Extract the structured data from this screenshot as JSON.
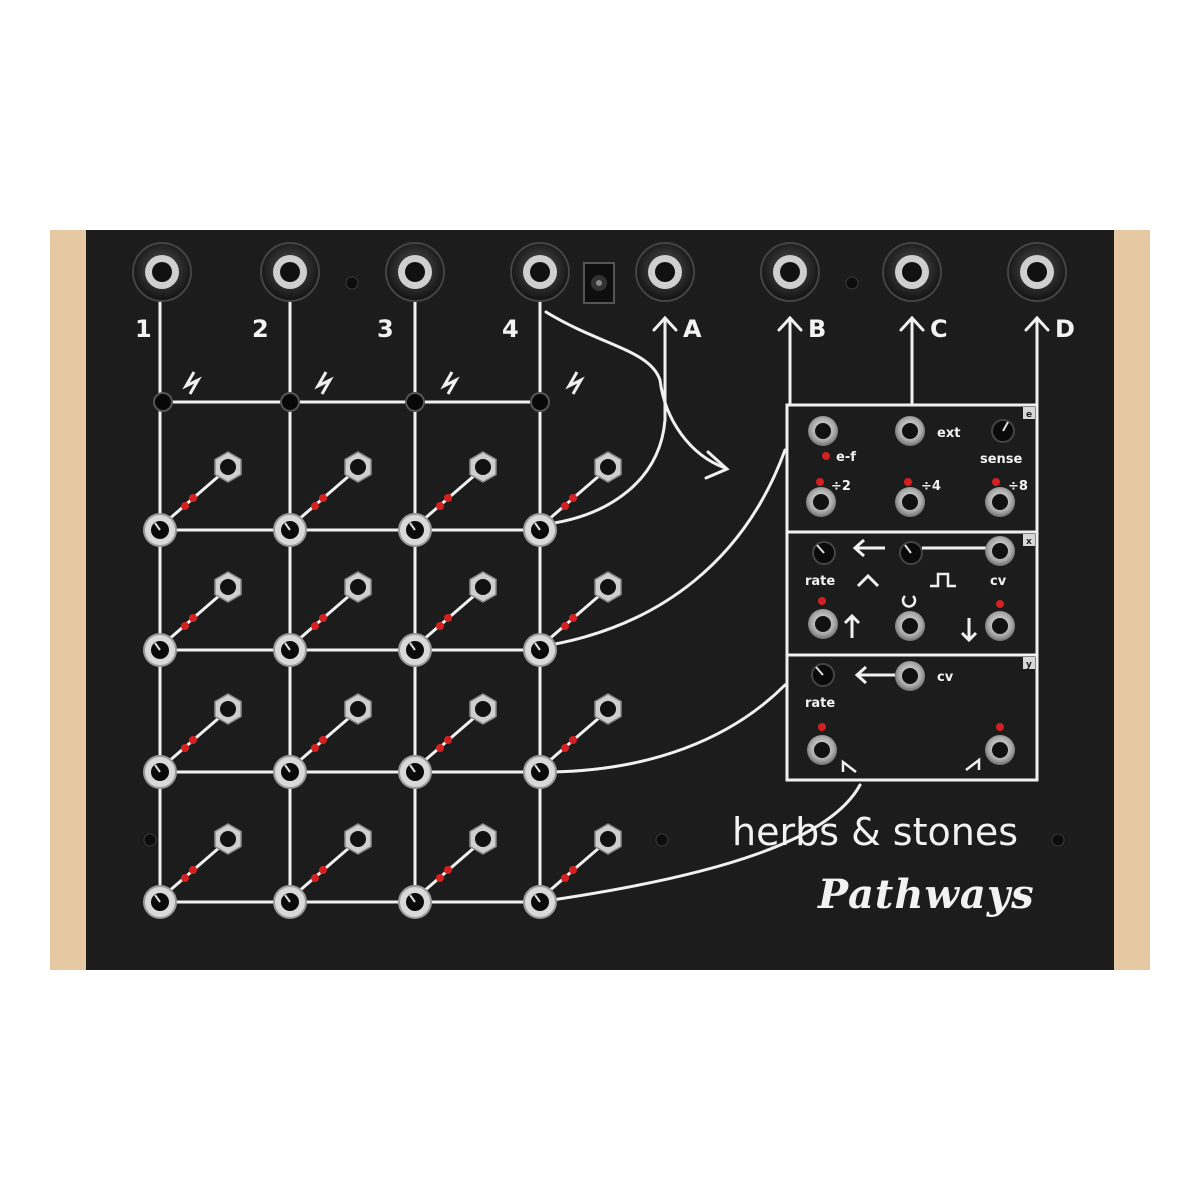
{
  "brand": "herbs & stones",
  "product": "Pathways",
  "inputs": [
    {
      "label": "1",
      "bolt": "bolt-icon"
    },
    {
      "label": "2",
      "bolt": "bolt-icon"
    },
    {
      "label": "3",
      "bolt": "bolt-icon"
    },
    {
      "label": "4",
      "bolt": "bolt-icon"
    }
  ],
  "outputs": [
    {
      "label": "A"
    },
    {
      "label": "B"
    },
    {
      "label": "C"
    },
    {
      "label": "D"
    }
  ],
  "section_e": {
    "tag": "e",
    "ext_label": "ext",
    "sense_label": "sense",
    "ef_label": "e-f",
    "div_labels": [
      "÷2",
      "÷4",
      "÷8"
    ]
  },
  "section_x": {
    "tag": "x",
    "rate_label": "rate",
    "cv_label": "cv"
  },
  "section_y": {
    "tag": "y",
    "rate_label": "rate",
    "cv_label": "cv"
  },
  "colors": {
    "panel": "#1c1c1c",
    "wood": "#e6c9a3",
    "led": "#d42020",
    "print": "#f0f0f0"
  }
}
